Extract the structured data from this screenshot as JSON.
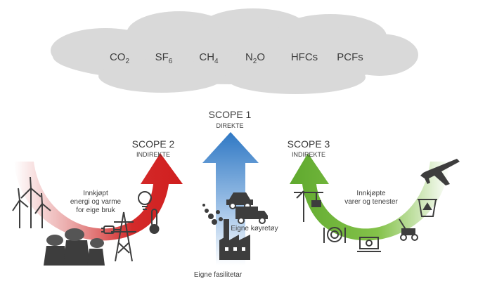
{
  "cloud": {
    "gases": [
      {
        "main": "CO",
        "sub": "2"
      },
      {
        "main": "SF",
        "sub": "6"
      },
      {
        "main": "CH",
        "sub": "4"
      },
      {
        "main": "N",
        "sub": "2",
        "tail": "O"
      },
      {
        "main": "HFCs",
        "sub": ""
      },
      {
        "main": "PCFs",
        "sub": ""
      }
    ]
  },
  "scope1": {
    "title": "SCOPE 1",
    "subtitle": "DIREKTE",
    "label_vehicles": "Eigne køyretøy",
    "label_facilities": "Eigne fasilitetar"
  },
  "scope2": {
    "title": "SCOPE 2",
    "subtitle": "INDIREKTE",
    "label_line1": "Innkjøpt",
    "label_line2": "energi og varme",
    "label_line3": "for eige bruk"
  },
  "scope3": {
    "title": "SCOPE 3",
    "subtitle": "INDIREKTE",
    "label_line1": "Innkjøpte",
    "label_line2": "varer og tenester"
  },
  "colors": {
    "scope1": "#2f78c4",
    "scope2": "#d42a2a",
    "scope3": "#72b73a",
    "cloud": "#d9d9d9",
    "icon": "#3d3d3d"
  }
}
